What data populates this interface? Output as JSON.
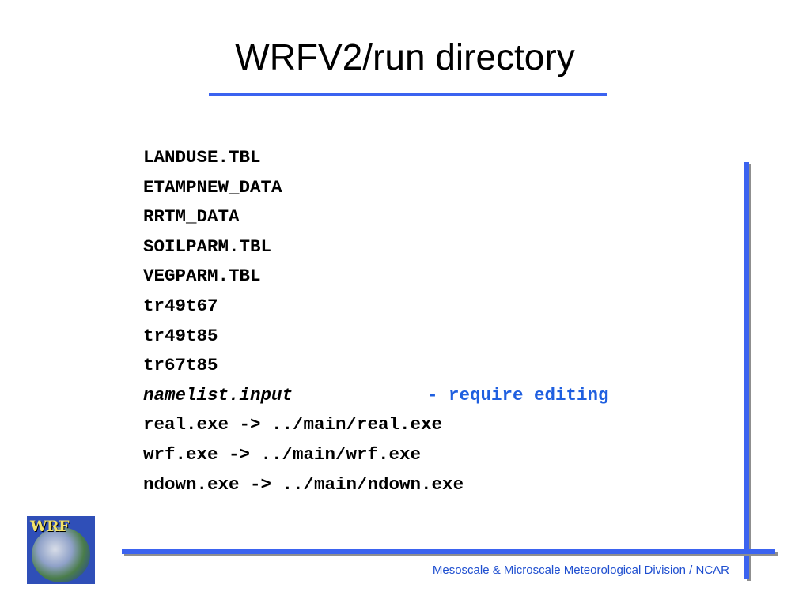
{
  "slide": {
    "title": "WRFV2/run directory",
    "files": [
      "LANDUSE.TBL",
      "ETAMPNEW_DATA",
      "RRTM_DATA",
      "SOILPARM.TBL",
      "VEGPARM.TBL",
      "tr49t67",
      "tr49t85",
      "tr67t85",
      "namelist.input",
      "real.exe -> ../main/real.exe",
      "wrf.exe -> ../main/wrf.exe",
      "ndown.exe -> ../main/ndown.exe"
    ],
    "namelist_note": "- require editing",
    "footer": "Mesoscale & Microscale Meteorological Division / NCAR",
    "logo_text": "WRF"
  },
  "colors": {
    "accent_blue": "#3b63f0",
    "note_blue": "#1f5fe0",
    "footer_blue": "#1f4fd0",
    "shadow_gray": "#8f8f8f"
  }
}
